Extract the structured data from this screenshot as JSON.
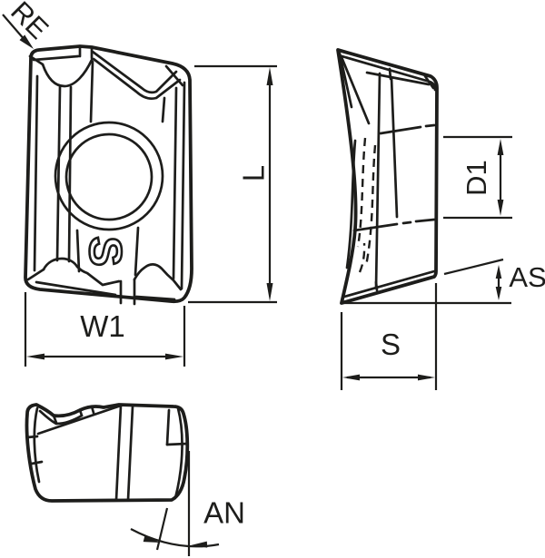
{
  "colors": {
    "line": "#1d1d1b",
    "background": "#ffffff"
  },
  "labels": {
    "re": "RE",
    "l": "L",
    "w1": "W1",
    "d1": "D1",
    "as": "AS",
    "s": "S",
    "an": "AN"
  },
  "logo_text": "S"
}
